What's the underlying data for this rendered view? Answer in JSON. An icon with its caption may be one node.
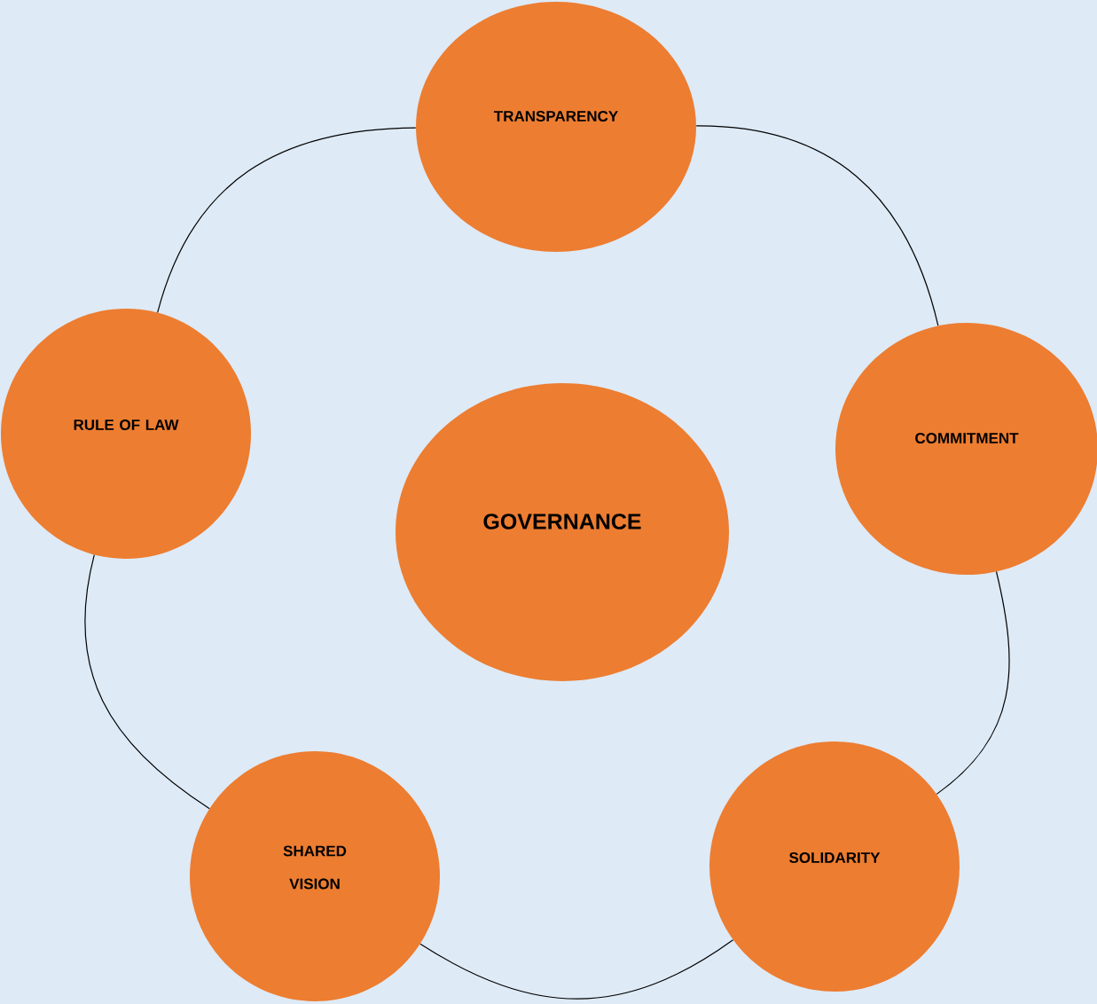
{
  "diagram": {
    "nodes": [
      {
        "text": [
          "TRANSPARENCY"
        ]
      },
      {
        "text": [
          "RULE OF LAW"
        ]
      },
      {
        "text": [
          "COMMITMENT"
        ]
      },
      {
        "text": [
          "GOVERNANCE"
        ]
      },
      {
        "text": [
          "SHARED VISION"
        ]
      },
      {
        "text": [
          "SOLIDARITY"
        ]
      }
    ],
    "edges": [
      {
        "from": 0,
        "to": 2,
        "arrow": "none"
      },
      {
        "from": 2,
        "to": 5,
        "arrow": "none"
      },
      {
        "from": 5,
        "to": 4,
        "arrow": "none"
      },
      {
        "from": 4,
        "to": 1,
        "arrow": "none"
      },
      {
        "from": 1,
        "to": 0,
        "arrow": "none"
      }
    ]
  }
}
